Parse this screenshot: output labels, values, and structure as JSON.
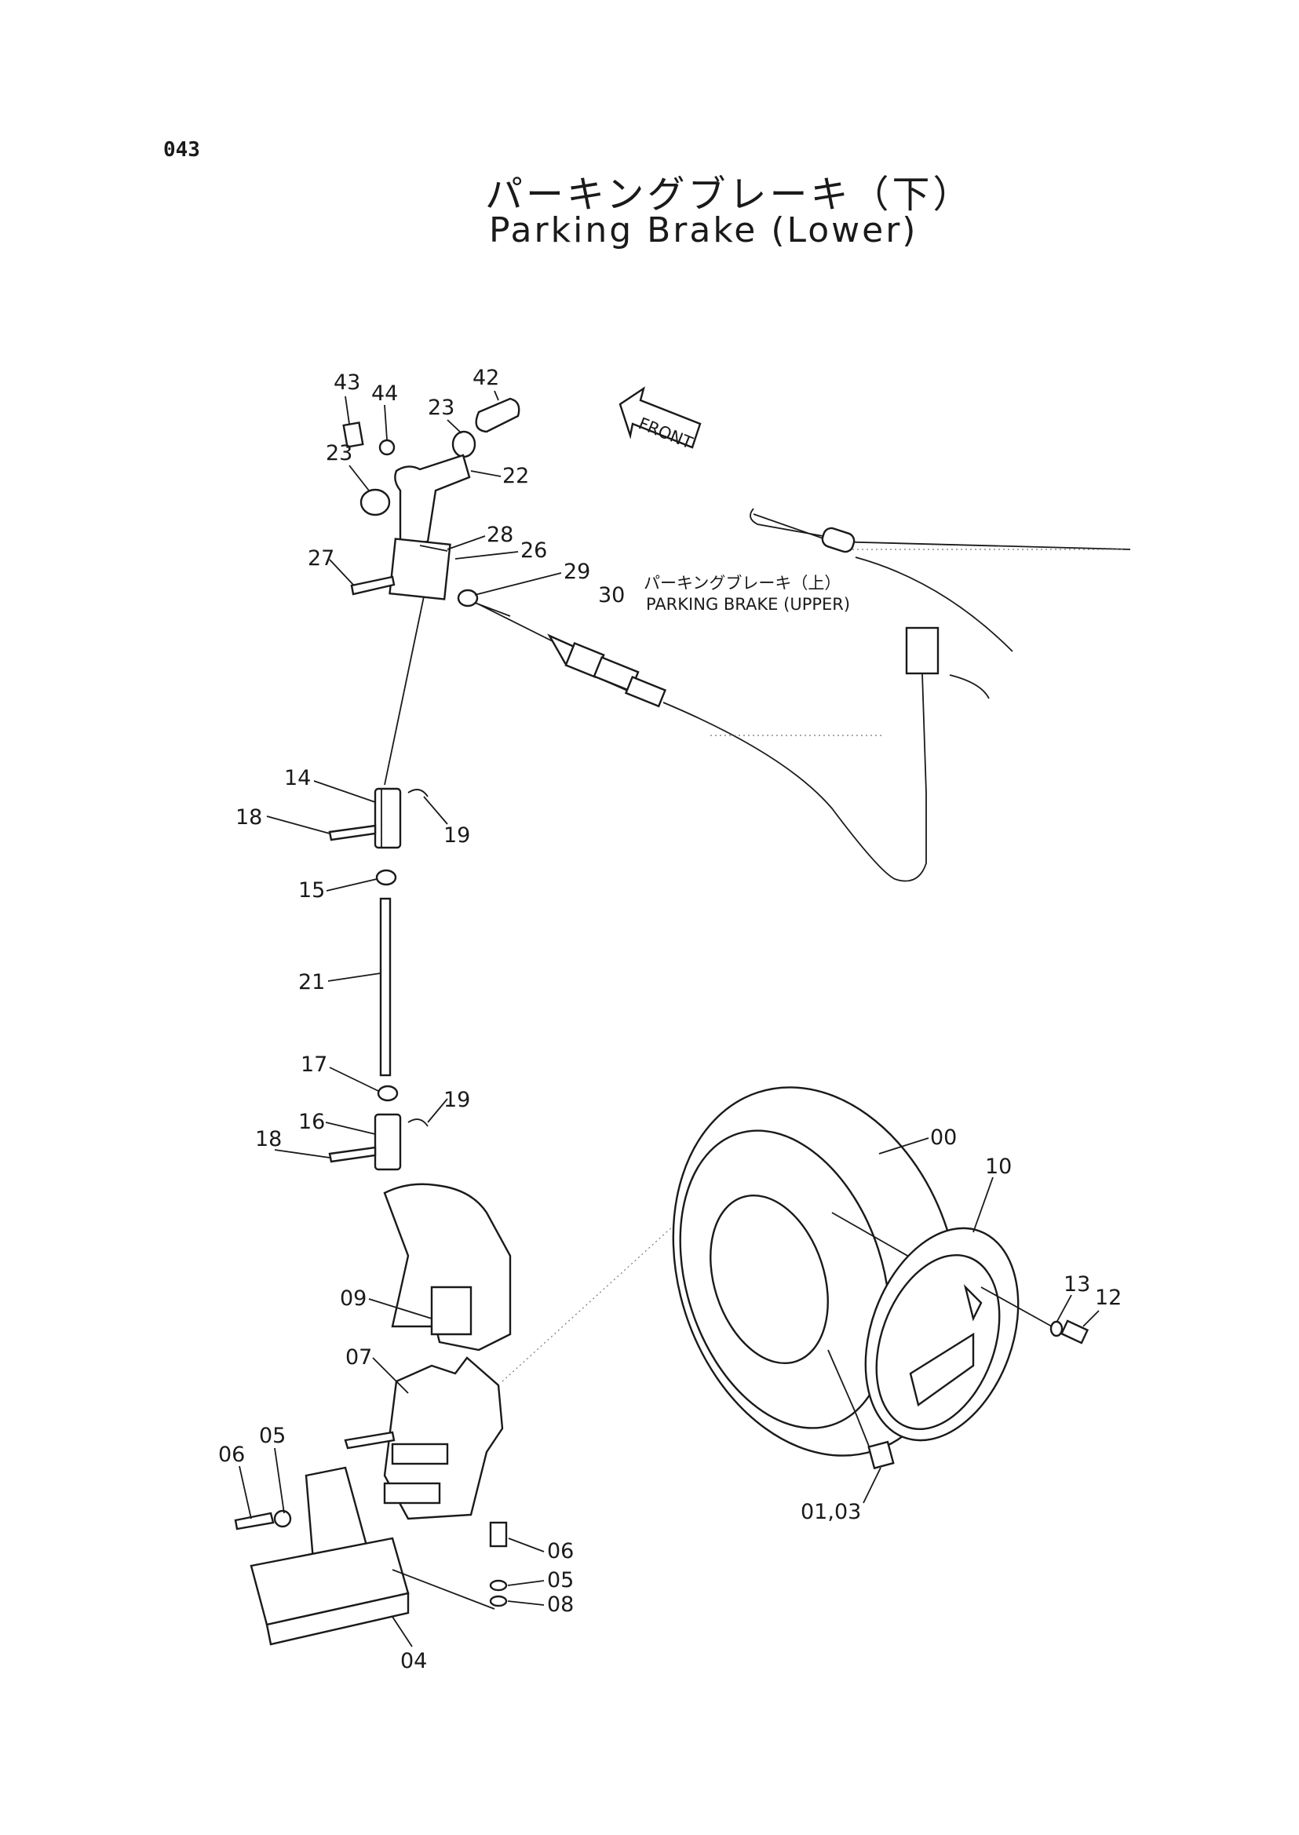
{
  "page_number": "043",
  "title_jp": "パーキングブレーキ（下）",
  "title_en": "Parking Brake (Lower)",
  "front_label": "FRONT",
  "upper_reference": {
    "jp": "パーキングブレーキ（上）",
    "en": "PARKING BRAKE (UPPER)"
  },
  "callouts": {
    "c43": "43",
    "c44": "44",
    "c42": "42",
    "c23a": "23",
    "c23b": "23",
    "c22": "22",
    "c28": "28",
    "c27": "27",
    "c26": "26",
    "c29": "29",
    "c30": "30",
    "c14": "14",
    "c18a": "18",
    "c19a": "19",
    "c15": "15",
    "c21": "21",
    "c17": "17",
    "c19b": "19",
    "c16": "16",
    "c18b": "18",
    "c00": "00",
    "c10": "10",
    "c13": "13",
    "c12": "12",
    "c09": "09",
    "c07": "07",
    "c05a": "05",
    "c06a": "06",
    "c0103": "01,03",
    "c06b": "06",
    "c05b": "05",
    "c08": "08",
    "c04": "04"
  }
}
